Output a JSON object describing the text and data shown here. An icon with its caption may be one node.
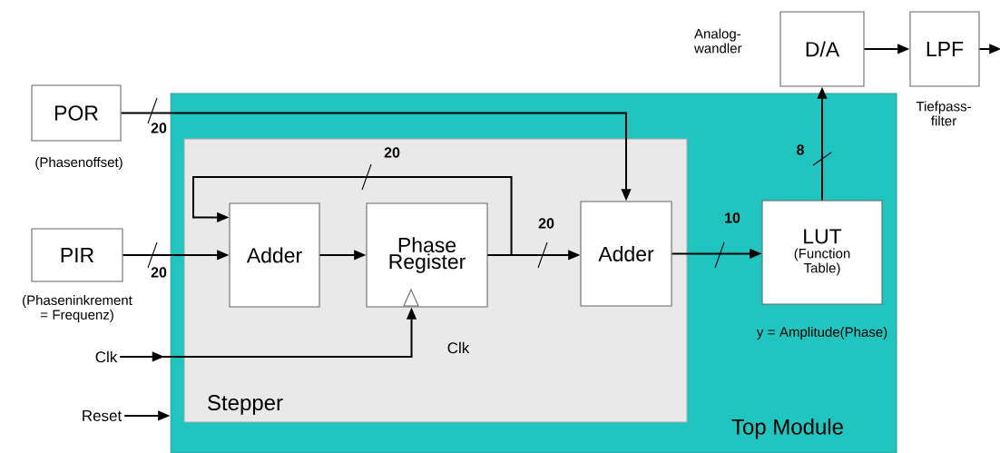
{
  "diagram": {
    "nodes": [
      {
        "text": [
          "Top Module"
        ]
      },
      {
        "text": [
          "Stepper"
        ],
        "in": 0
      },
      {
        "text": [
          "POR"
        ],
        "beside": [
          "(Phasenoffset)"
        ]
      },
      {
        "text": [
          "PIR"
        ],
        "beside": [
          "(Phaseninkrement = Frequenz)"
        ]
      },
      {
        "text": [
          "Adder"
        ],
        "in": 1
      },
      {
        "text": [
          "Phase Register"
        ],
        "in": 1
      },
      {
        "text": [
          "Adder"
        ],
        "in": 1
      },
      {
        "text": [
          "LUT",
          "(Function Table)"
        ],
        "beside": [
          "y = Amplitude(Phase)"
        ],
        "in": 0
      },
      {
        "text": [
          "D/A"
        ],
        "beside": [
          "Analog- wandler"
        ]
      },
      {
        "text": [
          "LPF"
        ],
        "beside": [
          "Tiefpass- filter"
        ]
      },
      {
        "text": [
          "Clk"
        ]
      },
      {
        "text": [
          "Reset"
        ]
      }
    ],
    "edges": [
      {
        "from": 2,
        "to": 6,
        "arrow": "to",
        "label": "20"
      },
      {
        "from": 3,
        "to": 4,
        "arrow": "to",
        "label": "20"
      },
      {
        "from": 4,
        "to": 5,
        "arrow": "to"
      },
      {
        "from": 5,
        "to": 6,
        "arrow": "to",
        "label": "20"
      },
      {
        "from": 5,
        "to": 4,
        "arrow": "to",
        "label": "20"
      },
      {
        "from": 6,
        "to": 7,
        "arrow": "to",
        "label": "10"
      },
      {
        "from": 7,
        "to": 8,
        "arrow": "to",
        "label": "8"
      },
      {
        "from": 8,
        "to": 9,
        "arrow": "to"
      },
      {
        "from": 9,
        "to": null,
        "arrow": "to"
      },
      {
        "from": 10,
        "to": 5,
        "arrow": "to"
      },
      {
        "from": 11,
        "to": 0,
        "arrow": "to"
      }
    ],
    "labels": [
      "Clk"
    ]
  }
}
